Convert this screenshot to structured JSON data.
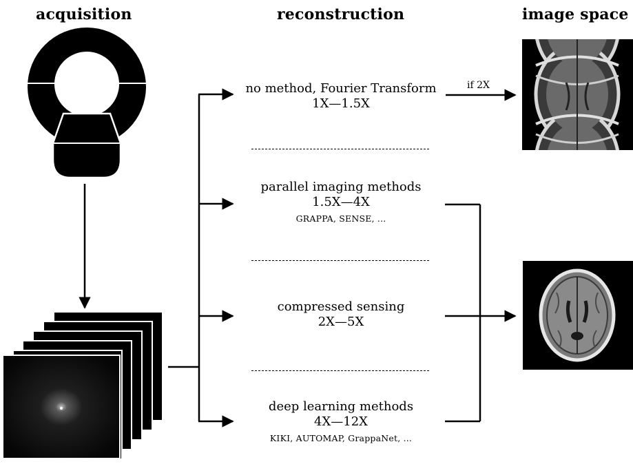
{
  "headings": {
    "acquisition": "acquisition",
    "reconstruction": "reconstruction",
    "image_space": "image space"
  },
  "methods": [
    {
      "name": "no method, Fourier Transform",
      "ratio": "1X—1.5X",
      "examples": ""
    },
    {
      "name": "parallel imaging methods",
      "ratio": "1.5X—4X",
      "examples": "GRAPPA, SENSE, ..."
    },
    {
      "name": "compressed sensing",
      "ratio": "2X—5X",
      "examples": ""
    },
    {
      "name": "deep learning methods",
      "ratio": "4X—12X",
      "examples": "KIKI, AUTOMAP, GrappaNet, ..."
    }
  ],
  "arrow_label_if_2x": "if 2X",
  "icons": {
    "scanner": "mri-scanner-icon",
    "kspace": "kspace-stack-icon",
    "aliased": "aliased-brain-image",
    "clean": "clean-brain-image"
  }
}
